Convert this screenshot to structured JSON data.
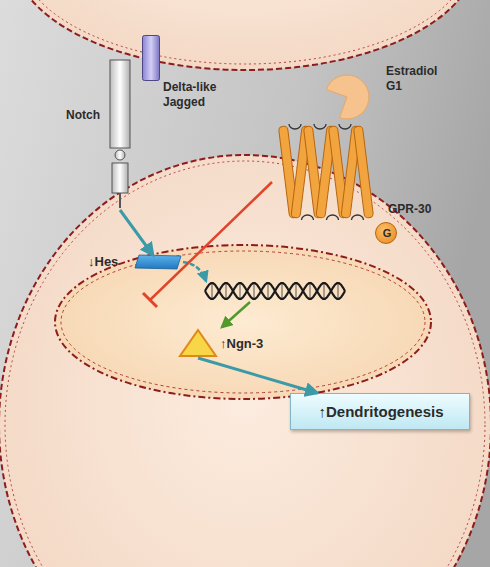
{
  "diagram": {
    "nodes": [
      {
        "text": [
          "Delta-like Jagged"
        ]
      },
      {
        "text": [
          "Notch"
        ]
      },
      {
        "text": [
          "Estradiol G1"
        ]
      },
      {
        "text": [
          "GPR-30"
        ]
      },
      {
        "text": [
          "G"
        ]
      },
      {
        "text": [
          "↓Hes"
        ]
      },
      {
        "text": [
          "↑Ngn-3"
        ]
      },
      {
        "text": [
          "↑Dendritogenesis"
        ]
      }
    ],
    "edges": [
      {
        "from": 1,
        "to": 5,
        "arrow": "to"
      },
      {
        "from": 6,
        "to": 7,
        "arrow": "to"
      }
    ]
  }
}
